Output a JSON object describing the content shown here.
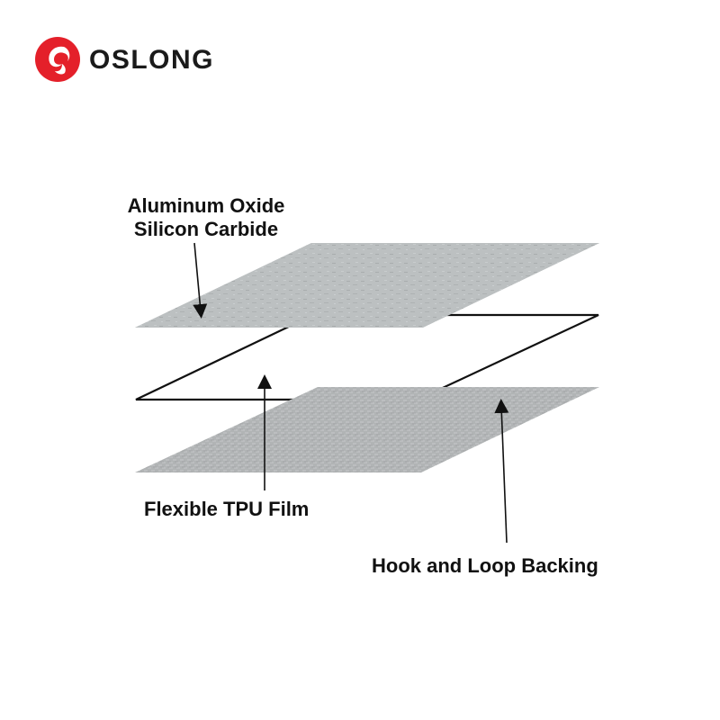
{
  "brand": {
    "name": "OSLONG",
    "logo_icon": "red-swan-circle-logo",
    "colors": {
      "logo_red": "#e4202a",
      "text": "#1a1a1a"
    }
  },
  "diagram": {
    "layers": [
      {
        "name": "abrasive-layer",
        "fill_color": "#b9bdbe",
        "label_lines": [
          "Aluminum Oxide",
          "Silicon Carbide"
        ]
      },
      {
        "name": "film-layer",
        "fill_color": "#ffffff",
        "label_lines": [
          "Flexible TPU Film"
        ]
      },
      {
        "name": "backing-layer",
        "fill_color": "#b3b6b7",
        "label_lines": [
          "Hook and Loop Backing"
        ]
      }
    ]
  }
}
